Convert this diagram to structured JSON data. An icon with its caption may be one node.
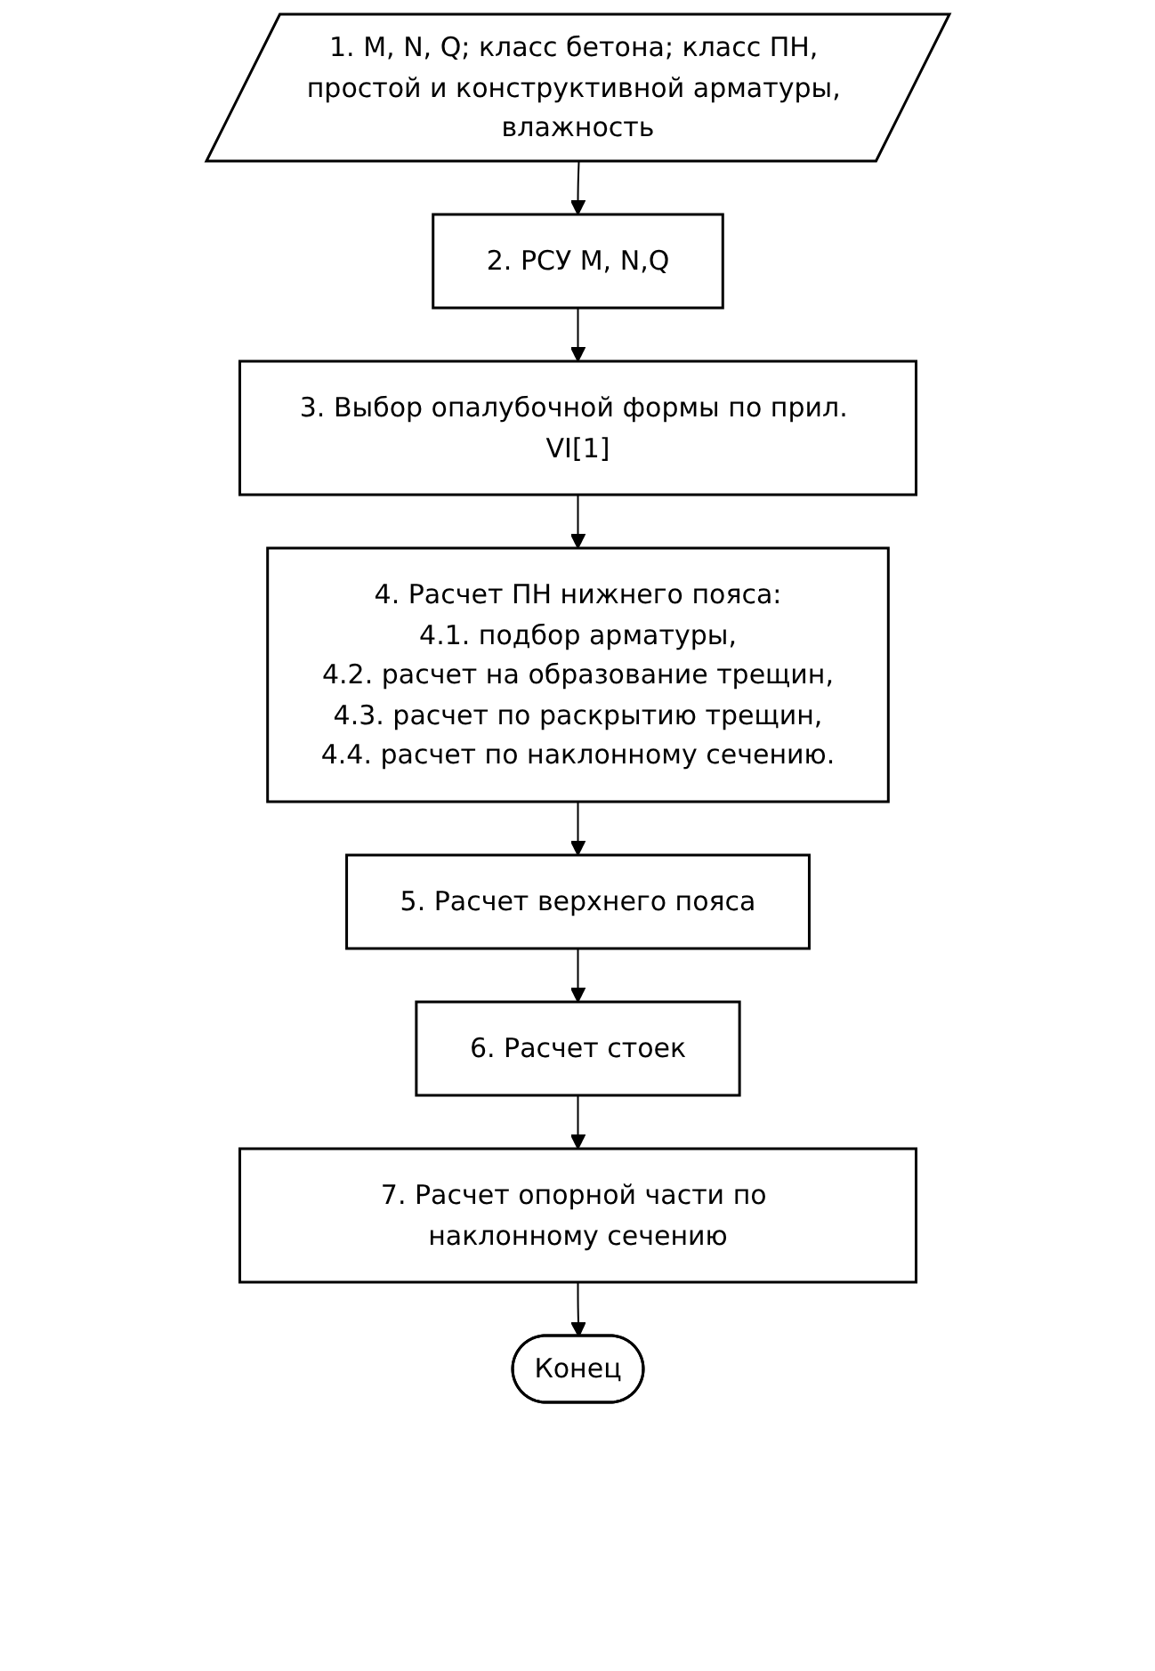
{
  "diagram": {
    "nodes": [
      {
        "text": [
          "1. M, N, Q; класс бетона; класс ПН, простой и конструктивной арматуры, влажность"
        ]
      },
      {
        "text": [
          "2. РСУ M, N,Q"
        ]
      },
      {
        "text": [
          "3. Выбор опалубочной формы по прил. VI[1]"
        ]
      },
      {
        "text": [
          "4. Расчет ПН нижнего пояса:",
          "4.1. подбор арматуры,",
          "4.2. расчет на образование трещин,",
          "4.3. расчет по раскрытию трещин,",
          "4.4. расчет по наклонному сечению."
        ]
      },
      {
        "text": [
          "5. Расчет верхнего пояса"
        ]
      },
      {
        "text": [
          "6. Расчет стоек"
        ]
      },
      {
        "text": [
          "7. Расчет опорной части по наклонному сечению"
        ]
      },
      {
        "text": [
          "Конец"
        ]
      }
    ],
    "edges": [
      {
        "from": 0,
        "to": 1,
        "arrow": "to"
      },
      {
        "from": 1,
        "to": 2,
        "arrow": "to"
      },
      {
        "from": 2,
        "to": 3,
        "arrow": "to"
      },
      {
        "from": 3,
        "to": 4,
        "arrow": "to"
      },
      {
        "from": 4,
        "to": 5,
        "arrow": "to"
      },
      {
        "from": 5,
        "to": 6,
        "arrow": "to"
      },
      {
        "from": 6,
        "to": 7,
        "arrow": "to"
      }
    ]
  }
}
